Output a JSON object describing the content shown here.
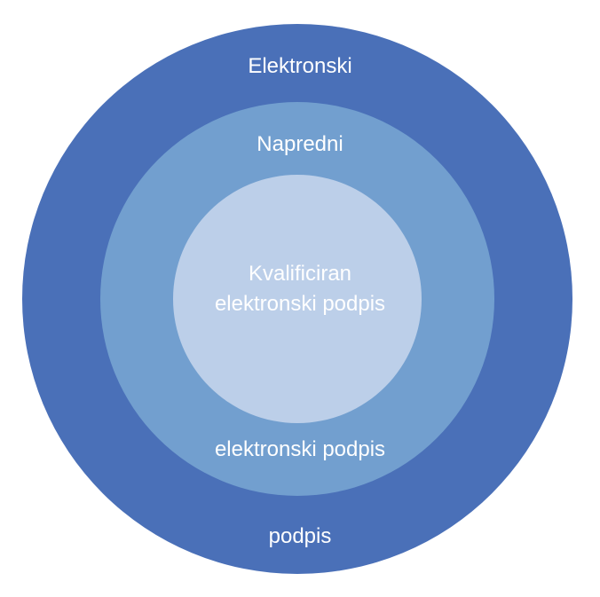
{
  "colors": {
    "outer": "#4a70b8",
    "middle": "#729fcf",
    "inner": "#bccfe9",
    "text": "#ffffff"
  },
  "rings": {
    "outer": {
      "top_text": "Elektronski",
      "bottom_text": "podpis"
    },
    "middle": {
      "top_text": "Napredni",
      "bottom_text": "elektronski podpis"
    },
    "inner": {
      "line1": "Kvalificiran",
      "line2": "elektronski podpis"
    }
  }
}
